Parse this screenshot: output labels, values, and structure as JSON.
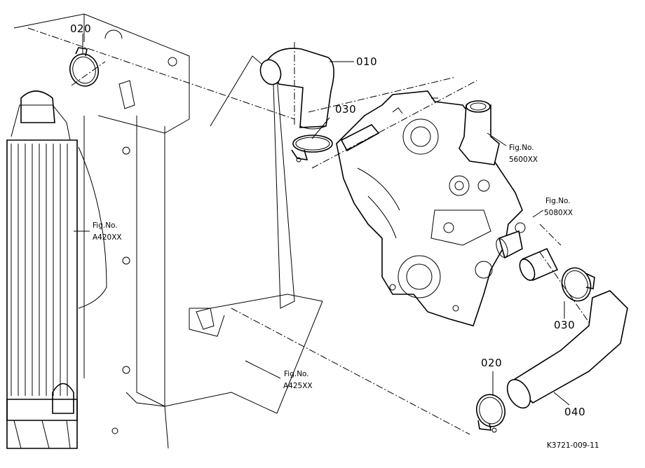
{
  "parts": [
    {
      "id": "p010",
      "label": "010"
    },
    {
      "id": "p020_top",
      "label": "020"
    },
    {
      "id": "p030_top",
      "label": "030"
    },
    {
      "id": "p030_bottom",
      "label": "030"
    },
    {
      "id": "p020_bottom",
      "label": "020"
    },
    {
      "id": "p040",
      "label": "040"
    }
  ],
  "references": [
    {
      "id": "ref_5600",
      "title": "Fig.No.",
      "code": "5600XX"
    },
    {
      "id": "ref_5080",
      "title": "Fig.No.",
      "code": "5080XX"
    },
    {
      "id": "ref_A420",
      "title": "Fig.No.",
      "code": "A420XX"
    },
    {
      "id": "ref_A425",
      "title": "Fig.No.",
      "code": "A425XX"
    }
  ],
  "drawing_code": "K3721-009-11"
}
